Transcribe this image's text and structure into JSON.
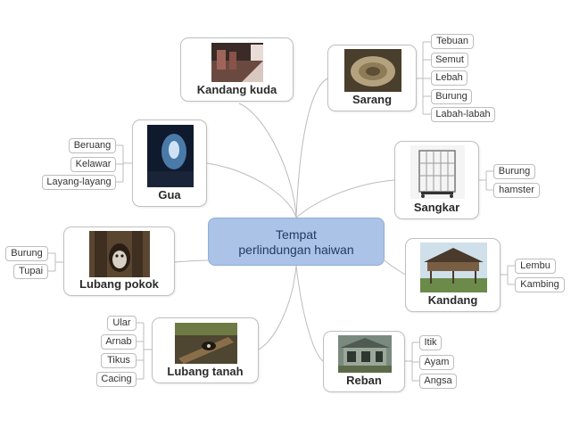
{
  "center": {
    "line1": "Tempat",
    "line2": "perlindungan haiwan"
  },
  "nodes": {
    "kandang_kuda": {
      "label": "Kandang kuda",
      "leaves": []
    },
    "sarang": {
      "label": "Sarang",
      "leaves": [
        "Tebuan",
        "Semut",
        "Lebah",
        "Burung",
        "Labah-labah"
      ]
    },
    "gua": {
      "label": "Gua",
      "leaves": [
        "Beruang",
        "Kelawar",
        "Layang-layang"
      ]
    },
    "sangkar": {
      "label": "Sangkar",
      "leaves": [
        "Burung",
        "hamster"
      ]
    },
    "lubang_pokok": {
      "label": "Lubang pokok",
      "leaves": [
        "Burung",
        "Tupai"
      ]
    },
    "kandang": {
      "label": "Kandang",
      "leaves": [
        "Lembu",
        "Kambing"
      ]
    },
    "lubang_tanah": {
      "label": "Lubang tanah",
      "leaves": [
        "Ular",
        "Arnab",
        "Tikus",
        "Cacing"
      ]
    },
    "reban": {
      "label": "Reban",
      "leaves": [
        "Itik",
        "Ayam",
        "Angsa"
      ]
    }
  },
  "colors": {
    "center_fill": "#aac3e6",
    "connector": "#bcbcbc",
    "node_border": "#bfbfbf"
  }
}
